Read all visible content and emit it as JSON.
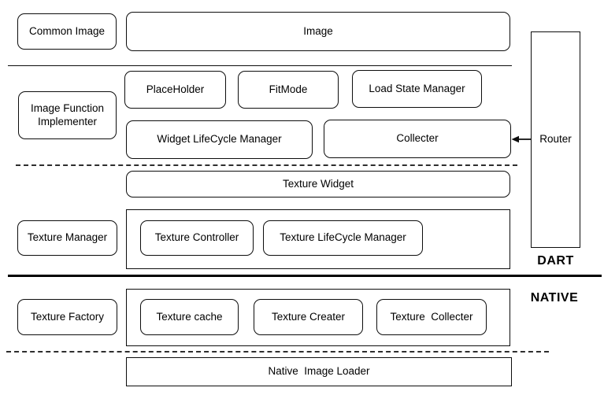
{
  "diagram": {
    "title_hint": "Image/Texture plugin architecture diagram",
    "colors": {
      "stroke": "#0d0d0d",
      "background": "#ffffff",
      "text": "#000000"
    },
    "layers": {
      "dart": {
        "label": "DART"
      },
      "native": {
        "label": "NATIVE"
      }
    },
    "nodes": {
      "common_image": {
        "label": "Common Image"
      },
      "image": {
        "label": "Image"
      },
      "image_function_implementer": {
        "label": "Image Function Implementer"
      },
      "placeholder": {
        "label": "PlaceHolder"
      },
      "fitmode": {
        "label": "FitMode"
      },
      "load_state_manager": {
        "label": "Load State Manager"
      },
      "widget_lifecycle_manager": {
        "label": "Widget LifeCycle Manager"
      },
      "collecter": {
        "label": "Collecter"
      },
      "router": {
        "label": "Router"
      },
      "texture_widget": {
        "label": "Texture Widget"
      },
      "texture_manager": {
        "label": "Texture Manager"
      },
      "texture_controller": {
        "label": "Texture Controller"
      },
      "texture_lifecycle_manager": {
        "label": "Texture LifeCycle Manager"
      },
      "texture_factory": {
        "label": "Texture Factory"
      },
      "texture_cache": {
        "label": "Texture cache"
      },
      "texture_creater": {
        "label": "Texture Creater"
      },
      "texture_collecter": {
        "label": "Texture  Collecter"
      },
      "native_image_loader": {
        "label": "Native  Image Loader"
      }
    },
    "edges": {
      "router_to_collecter": {
        "from": "Router",
        "to": "Collecter",
        "direction": "left-arrow"
      }
    }
  }
}
